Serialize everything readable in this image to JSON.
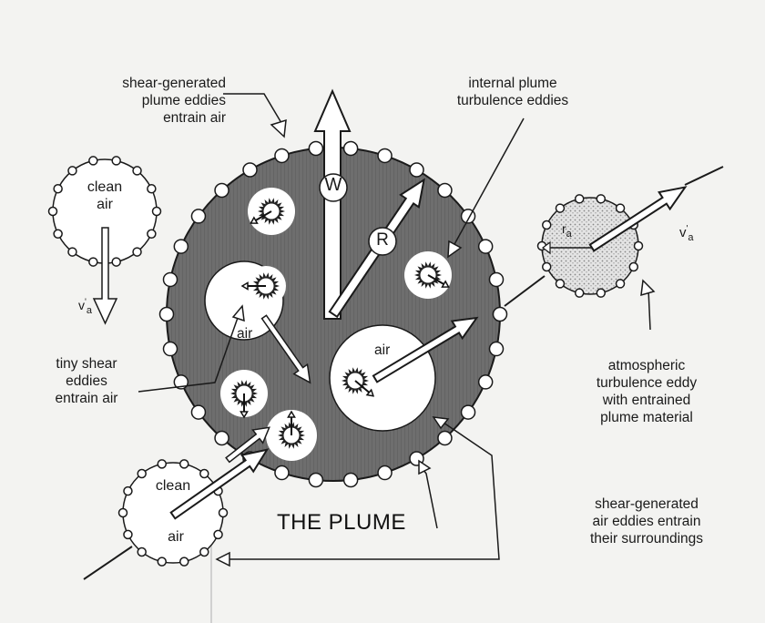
{
  "labels": {
    "shear_plume_eddies": [
      "shear-generated",
      "plume eddies",
      "entrain air"
    ],
    "internal_plume": [
      "internal plume",
      "turbulence eddies"
    ],
    "clean_air_top": [
      "clean",
      "air"
    ],
    "va_left": "v'a",
    "tiny_shear": [
      "tiny shear",
      "eddies",
      "entrain air"
    ],
    "w": "W",
    "r": "R",
    "air_inner_left": "air",
    "air_inner_right": "air",
    "ra": "ra",
    "va_right": "v'a",
    "atmospheric": [
      "atmospheric",
      "turbulence eddy",
      "with entrained",
      "plume material"
    ],
    "clean_air_bottom": [
      "clean",
      "air"
    ],
    "the_plume": "THE PLUME",
    "shear_air_eddies": [
      "shear-generated",
      "air eddies entrain",
      "their surroundings"
    ]
  },
  "colors": {
    "plume_fill": "#6b6b6b",
    "outline": "#1a1a1a",
    "bubble_fill": "#ffffff",
    "stipple": "#d8d8d8"
  }
}
